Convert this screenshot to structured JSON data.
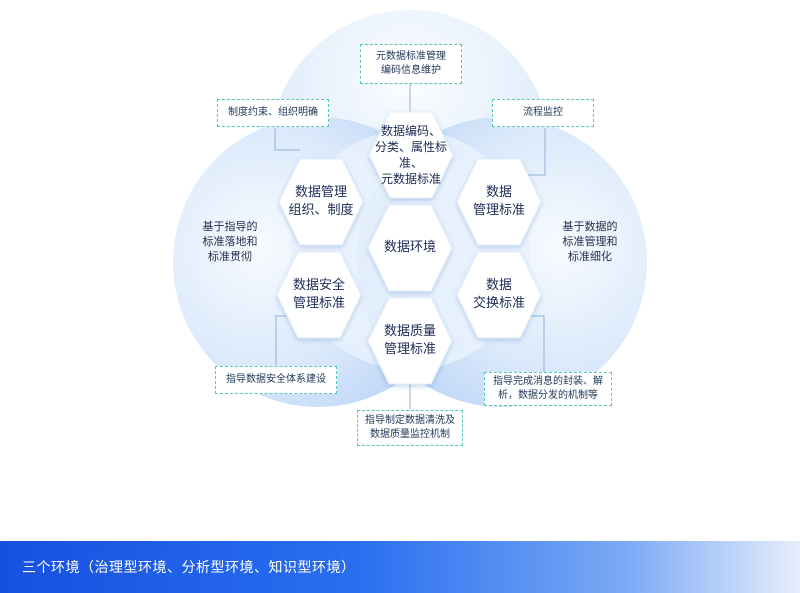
{
  "hexagons": {
    "center": "数据环境",
    "top": [
      "数据编码、",
      "分类、属性标准、",
      "元数据标准"
    ],
    "upper_left": [
      "数据管理",
      "组织、制度"
    ],
    "upper_right": [
      "数据",
      "管理标准"
    ],
    "lower_left": [
      "数据安全",
      "管理标准"
    ],
    "lower_right": [
      "数据",
      "交换标准"
    ],
    "bottom": [
      "数据质量",
      "管理标准"
    ]
  },
  "side_labels": {
    "left": [
      "基于指导的",
      "标准落地和",
      "标准贯彻"
    ],
    "right": [
      "基于数据的",
      "标准管理和",
      "标准细化"
    ]
  },
  "callouts": {
    "top": [
      "元数据标准管理",
      "编码信息维护"
    ],
    "upper_left": [
      "制度约束、组织明确"
    ],
    "upper_right": [
      "流程监控"
    ],
    "lower_left": [
      "指导数据安全体系建设"
    ],
    "lower_right": [
      "指导完成消息的封装、解",
      "析，数据分发的机制等"
    ],
    "bottom": [
      "指导制定数据清洗及",
      "数据质量监控机制"
    ]
  },
  "footer": {
    "title": "三个环境（治理型环境、分析型环境、知识型环境）"
  },
  "colors": {
    "cloud_light": "#eaf2fd",
    "cloud_mid": "#bcd6f8",
    "callout_border": "#58c8b6",
    "footer_start": "#1650e0",
    "footer_end": "#e6eefb"
  }
}
